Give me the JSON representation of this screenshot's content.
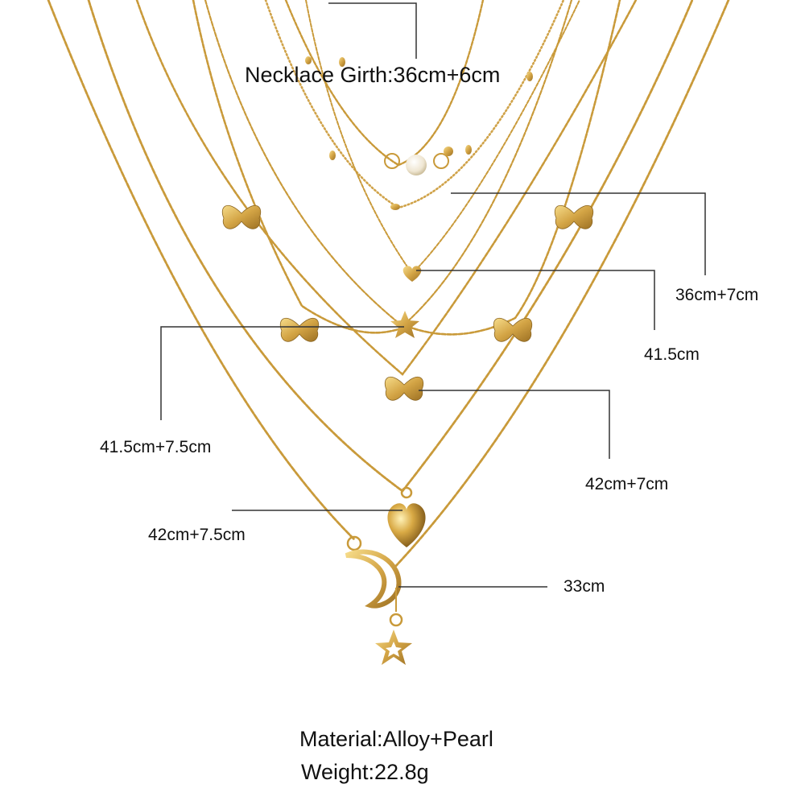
{
  "product": {
    "type": "layered gold necklace set",
    "chain_color": "#c99a3a",
    "chain_highlight": "#f0d27a",
    "pendant_color": "#d4a548",
    "pearl_color": "#f4efe4",
    "leader_line_color": "#333333",
    "text_color": "#111111"
  },
  "header": {
    "girth_label": "Necklace Girth:36cm+6cm"
  },
  "measurements": [
    {
      "id": "pearl-layer",
      "pendant": "pearl",
      "label": "36cm+7cm"
    },
    {
      "id": "small-heart-layer",
      "pendant": "small heart",
      "label": "41.5cm"
    },
    {
      "id": "star-butterfly-layer",
      "pendant": "star + butterflies",
      "label": "41.5cm+7.5cm"
    },
    {
      "id": "butterfly-layer",
      "pendant": "butterfly",
      "label": "42cm+7cm"
    },
    {
      "id": "puffy-heart-layer",
      "pendant": "puffy heart",
      "label": "42cm+7.5cm"
    },
    {
      "id": "moon-star-layer",
      "pendant": "moon + star",
      "label": "33cm"
    }
  ],
  "specs": {
    "material": "Material:Alloy+Pearl",
    "weight": "Weight:22.8g"
  }
}
